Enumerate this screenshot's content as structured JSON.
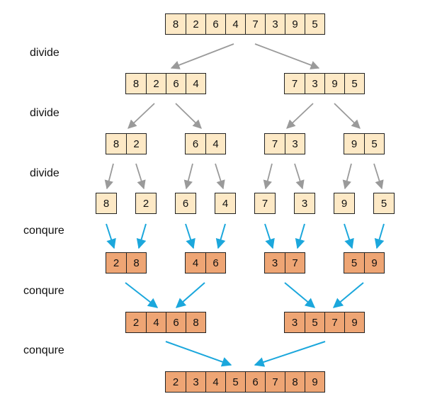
{
  "colors": {
    "divide_fill": "#fde9c6",
    "conquer_fill": "#eea574",
    "divide_arrow": "#9a9a9a",
    "conquer_arrow": "#1ba7dc",
    "cell_border": "#222222"
  },
  "labels": {
    "divide_1": "divide",
    "divide_2": "divide",
    "divide_3": "divide",
    "conquer_1": "conqure",
    "conquer_2": "conqure",
    "conquer_3": "conqure"
  },
  "arrays": {
    "root": [
      8,
      2,
      6,
      4,
      7,
      3,
      9,
      5
    ],
    "l1_left": [
      8,
      2,
      6,
      4
    ],
    "l1_right": [
      7,
      3,
      9,
      5
    ],
    "l2_a": [
      8,
      2
    ],
    "l2_b": [
      6,
      4
    ],
    "l2_c": [
      7,
      3
    ],
    "l2_d": [
      9,
      5
    ],
    "leaf_1": [
      8
    ],
    "leaf_2": [
      2
    ],
    "leaf_3": [
      6
    ],
    "leaf_4": [
      4
    ],
    "leaf_5": [
      7
    ],
    "leaf_6": [
      3
    ],
    "leaf_7": [
      9
    ],
    "leaf_8": [
      5
    ],
    "m2_a": [
      2,
      8
    ],
    "m2_b": [
      4,
      6
    ],
    "m2_c": [
      3,
      7
    ],
    "m2_d": [
      5,
      9
    ],
    "m4_left": [
      2,
      4,
      6,
      8
    ],
    "m4_right": [
      3,
      5,
      7,
      9
    ],
    "result": [
      2,
      3,
      4,
      5,
      6,
      7,
      8,
      9
    ]
  }
}
